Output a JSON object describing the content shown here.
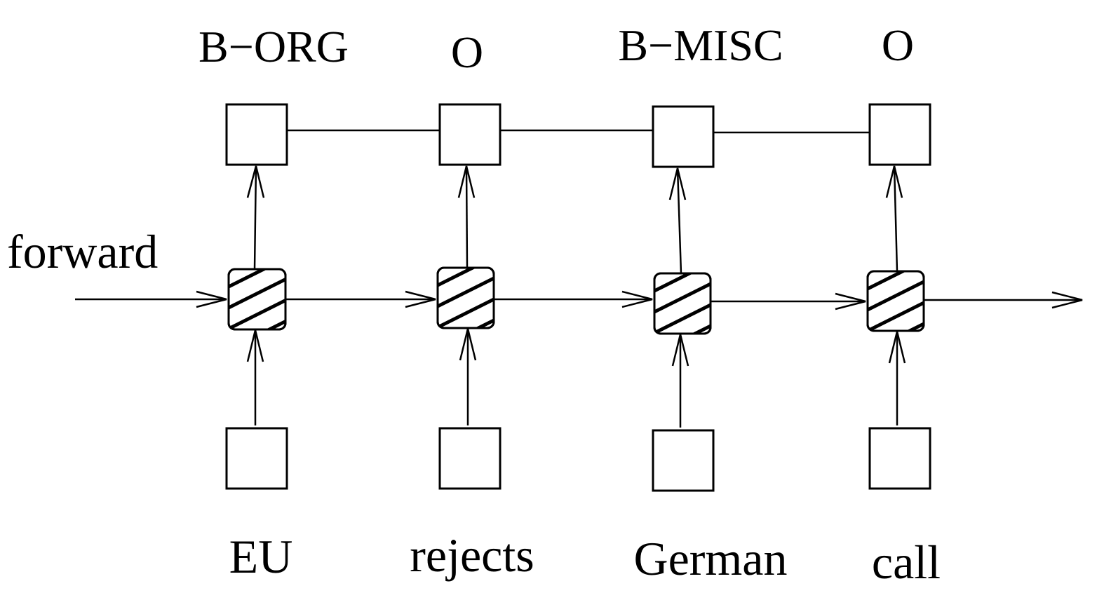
{
  "diagram": {
    "direction_label": "forward",
    "tags": [
      "B−ORG",
      "O",
      "B−MISC",
      "O"
    ],
    "words": [
      "EU",
      "rejects",
      "German",
      "call"
    ]
  }
}
